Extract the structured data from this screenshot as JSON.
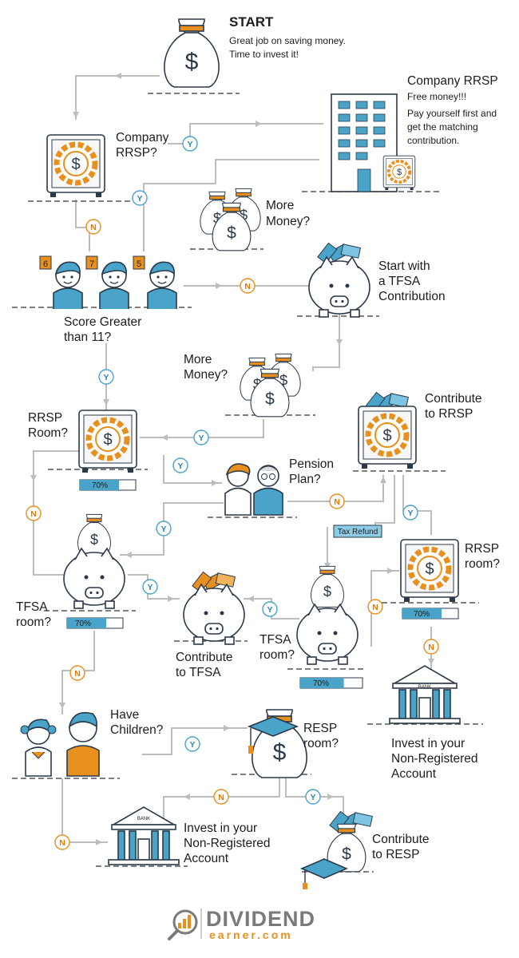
{
  "start": {
    "title": "START",
    "line1": "Great job on saving money.",
    "line2": "Time to invest it!"
  },
  "company_rrsp_q": {
    "line1": "Company",
    "line2": "RRSP?"
  },
  "company_rrsp_info": {
    "title": "Company RRSP",
    "line1": "Free money!!!",
    "line2": "Pay yourself first and",
    "line3": "get the matching",
    "line4": "contribution."
  },
  "more_money_1": {
    "line1": "More",
    "line2": "Money?"
  },
  "score_q": {
    "line1": "Score Greater",
    "line2": "than 11?",
    "cards": [
      "6",
      "7",
      "5"
    ]
  },
  "tfsa_start": {
    "line1": "Start with",
    "line2": "a TFSA",
    "line3": "Contribution"
  },
  "more_money_2": {
    "line1": "More",
    "line2": "Money?"
  },
  "contribute_rrsp": {
    "line1": "Contribute",
    "line2": "to RRSP"
  },
  "rrsp_room_1": {
    "line1": "RRSP",
    "line2": "Room?",
    "progress_label": "70%",
    "progress_value": 0.7
  },
  "pension_q": {
    "line1": "Pension",
    "line2": "Plan?"
  },
  "tax_refund": {
    "label": "Tax Refund"
  },
  "rrsp_room_2": {
    "line1": "RRSP",
    "line2": "room?",
    "progress_label": "70%",
    "progress_value": 0.7
  },
  "tfsa_room_1": {
    "line1": "TFSA",
    "line2": "room?",
    "progress_label": "70%",
    "progress_value": 0.7
  },
  "contribute_tfsa": {
    "line1": "Contribute",
    "line2": "to TFSA"
  },
  "tfsa_room_2": {
    "line1": "TFSA",
    "line2": "room?",
    "progress_label": "70%",
    "progress_value": 0.7
  },
  "invest_nonreg_1": {
    "line1": "Invest in your",
    "line2": "Non-Registered",
    "line3": "Account",
    "bank_label": "BANK"
  },
  "children_q": {
    "line1": "Have",
    "line2": "Children?"
  },
  "resp_room": {
    "line1": "RESP",
    "line2": "room?"
  },
  "invest_nonreg_2": {
    "line1": "Invest in your",
    "line2": "Non-Registered",
    "line3": "Account",
    "bank_label": "BANK"
  },
  "contribute_resp": {
    "line1": "Contribute",
    "line2": "to RESP"
  },
  "labels": {
    "yes": "Y",
    "no": "N",
    "dollar": "$"
  },
  "logo": {
    "line1": "DIVIDEND",
    "line2": "earner.com"
  },
  "colors": {
    "orange": "#e8901d",
    "blue": "#4aa3c9",
    "gray_line": "#bdbdbd",
    "dark": "#1d1d1b"
  }
}
